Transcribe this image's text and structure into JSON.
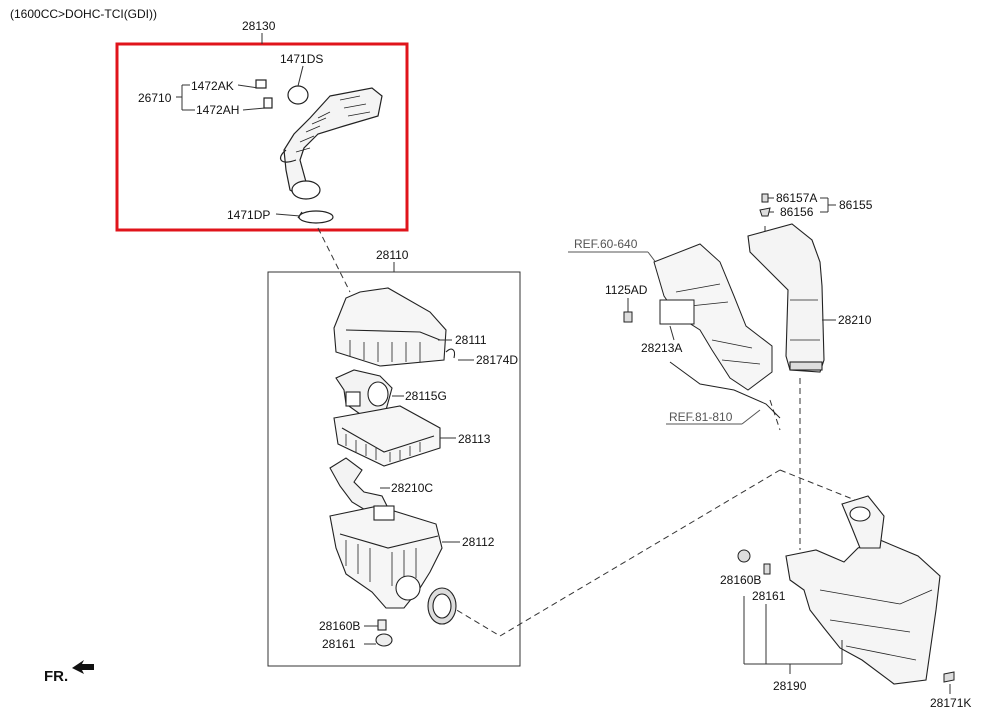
{
  "header": {
    "engine_label": "(1600CC>DOHC-TCI(GDI))"
  },
  "highlight_color": "#e0141b",
  "groups": {
    "intake_hose_group": "28130",
    "air_cleaner_group": "28110",
    "resonator_group": "28190",
    "hose_clamp_group": "26710"
  },
  "parts": {
    "p1471DS": "1471DS",
    "p1472AK": "1472AK",
    "p1472AH": "1472AH",
    "p1471DP": "1471DP",
    "p28111": "28111",
    "p28174D": "28174D",
    "p28115G": "28115G",
    "p28113": "28113",
    "p28210C": "28210C",
    "p28112": "28112",
    "p28160B_left": "28160B",
    "p28161_left": "28161",
    "p86157A": "86157A",
    "p86156": "86156",
    "p86155": "86155",
    "p28210": "28210",
    "p1125AD": "1125AD",
    "p28213A": "28213A",
    "p28160B_right": "28160B",
    "p28161_right": "28161",
    "p28171K": "28171K"
  },
  "references": {
    "ref_60_640": "REF.60-640",
    "ref_81_810": "REF.81-810"
  },
  "direction": {
    "front_label": "FR."
  }
}
